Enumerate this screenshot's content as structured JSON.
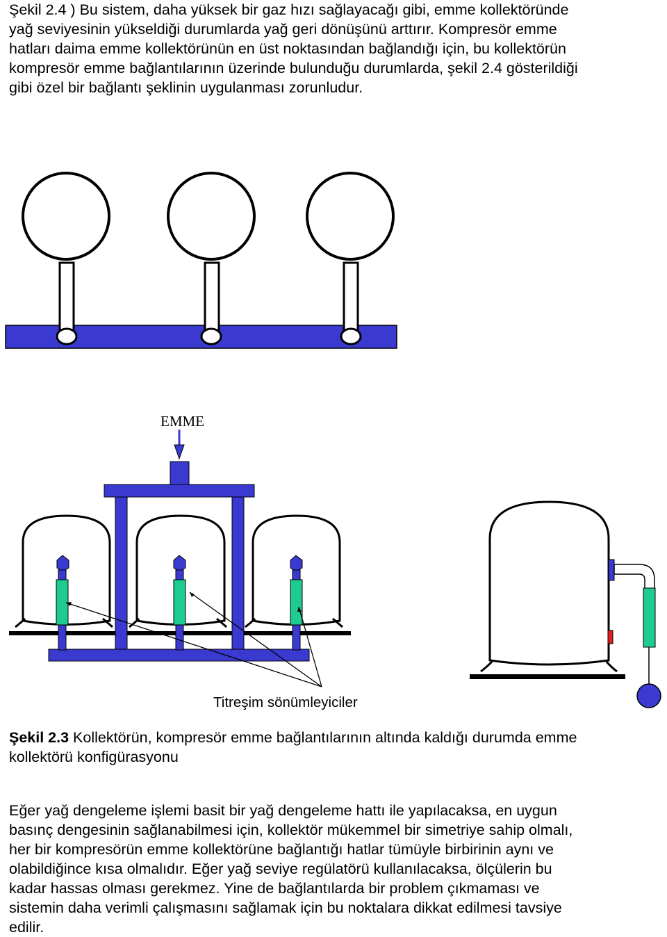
{
  "intro_paragraph": {
    "lines": [
      "Şekil 2.4 ) Bu sistem, daha yüksek bir gaz hızı sağlayacağı gibi, emme kollektöründe",
      "yağ seviyesinin yükseldiği durumlarda yağ geri dönüşünü arttırır. Kompresör emme",
      "hatları daima emme kollektörünün en üst noktasından bağlandığı için, bu kollektörün",
      "kompresör emme bağlantılarının üzerinde bulunduğu durumlarda, şekil 2.4 gösterildiği",
      "gibi özel bir bağlantı şeklinin uygulanması zorunludur."
    ]
  },
  "figure": {
    "suction_label": "EMME",
    "dampers_label": "Titreşim sönümleyiciler",
    "colors": {
      "manifold": "#3a3ad0",
      "damper": "#1fcc8f",
      "valve_red": "#e02020",
      "outline": "#000000"
    },
    "icons": [
      "compressor-dome",
      "suction-arrow",
      "vibration-damper",
      "oil-trap-ball"
    ]
  },
  "caption": {
    "label": "Şekil 2.3",
    "line1_rest": " Kollektörün, kompresör emme bağlantılarının altında kaldığı durumda emme",
    "line2": "kollektörü konfigürasyonu"
  },
  "body_paragraph": {
    "lines": [
      "Eğer yağ dengeleme işlemi basit bir yağ dengeleme hattı ile yapılacaksa, en uygun",
      "basınç dengesinin sağlanabilmesi için, kollektör mükemmel bir simetriye sahip olmalı,",
      "her bir kompresörün emme kollektörüne bağlantığı hatlar tümüyle birbirinin aynı ve",
      "olabildiğince kısa olmalıdır. Eğer yağ seviye regülatörü kullanılacaksa, ölçülerin bu",
      "kadar hassas olması gerekmez. Yine de bağlantılarda bir problem çıkmaması ve",
      "sistemin daha verimli çalışmasını sağlamak için bu noktalara dikkat edilmesi tavsiye",
      "edilir."
    ]
  }
}
